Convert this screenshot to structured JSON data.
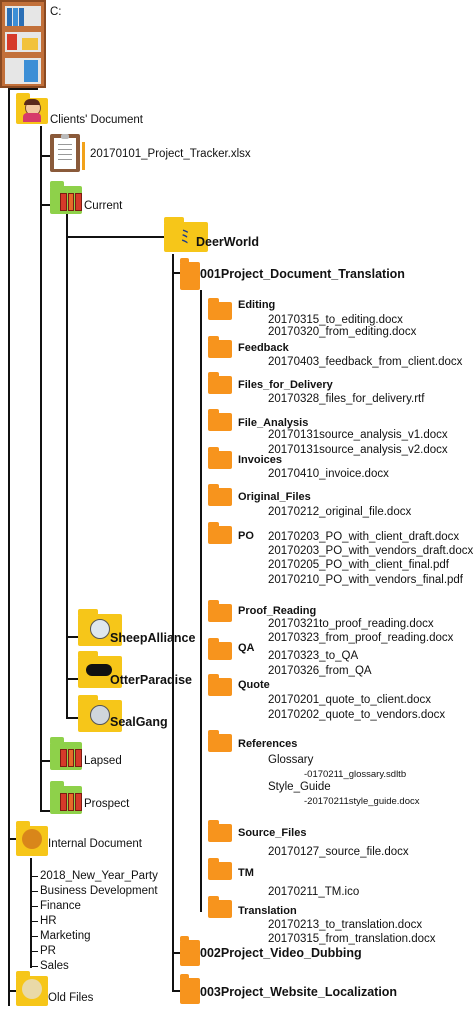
{
  "colors": {
    "folder_yellow": "#f6c619",
    "folder_green": "#8ed14a",
    "folder_orange": "#f7941d",
    "line": "#111111"
  },
  "root": {
    "label": "C:",
    "icon": "bookshelf-icon"
  },
  "clients": {
    "label": "Clients' Document",
    "icon": "person-folder-icon",
    "tracker": "20170101_Project_Tracker.xlsx",
    "current": "Current",
    "lapsed": "Lapsed",
    "prospect": "Prospect"
  },
  "clients_list": {
    "deerworld": "DeerWorld",
    "sheepalliance": "SheepAlliance",
    "otterparadise": "OtterParadise",
    "sealgang": "SealGang"
  },
  "projects": {
    "p1": "001Project_Document_Translation",
    "p2": "002Project_Video_Dubbing",
    "p3": "003Project_Website_Localization"
  },
  "subfolders": {
    "editing": {
      "label": "Editing",
      "files": [
        "20170315_to_editing.docx",
        "20170320_from_editing.docx"
      ]
    },
    "feedback": {
      "label": "Feedback",
      "files": [
        "20170403_feedback_from_client.docx"
      ]
    },
    "delivery": {
      "label": "Files_for_Delivery",
      "files": [
        "20170328_files_for_delivery.rtf"
      ]
    },
    "analysis": {
      "label": "File_Analysis",
      "files": [
        "20170131source_analysis_v1.docx",
        "20170131source_analysis_v2.docx"
      ]
    },
    "invoices": {
      "label": "Invoices",
      "files": [
        "20170410_invoice.docx"
      ]
    },
    "original": {
      "label": "Original_Files",
      "files": [
        "20170212_original_file.docx"
      ]
    },
    "po": {
      "label": "PO",
      "files": [
        "20170203_PO_with_client_draft.docx",
        "20170203_PO_with_vendors_draft.docx",
        "20170205_PO_with_client_final.pdf",
        "20170210_PO_with_vendors_final.pdf"
      ]
    },
    "proof": {
      "label": "Proof_Reading",
      "files": [
        "20170321to_proof_reading.docx",
        "20170323_from_proof_reading.docx"
      ]
    },
    "qa": {
      "label": "QA",
      "files": [
        "20170323_to_QA",
        "20170326_from_QA"
      ]
    },
    "quote": {
      "label": "Quote",
      "files": [
        "20170201_quote_to_client.docx",
        "20170202_quote_to_vendors.docx"
      ]
    },
    "references": {
      "label": "References",
      "glossary": "Glossary",
      "glossary_file": "-0170211_glossary.sdltb",
      "style": "Style_Guide",
      "style_file": "-20170211style_guide.docx"
    },
    "source": {
      "label": "Source_Files",
      "files": [
        "20170127_source_file.docx"
      ]
    },
    "tm": {
      "label": "TM",
      "files": [
        "20170211_TM.ico"
      ]
    },
    "translation": {
      "label": "Translation",
      "files": [
        "20170213_to_translation.docx",
        "20170315_from_translation.docx"
      ]
    }
  },
  "internal": {
    "label": "Internal Document",
    "icon": "lion-folder-icon",
    "items": [
      "2018_New_Year_Party",
      "Business Development",
      "Finance",
      "HR",
      "Marketing",
      "PR",
      "Sales"
    ]
  },
  "old": {
    "label": "Old Files",
    "icon": "lion-folder-icon"
  }
}
